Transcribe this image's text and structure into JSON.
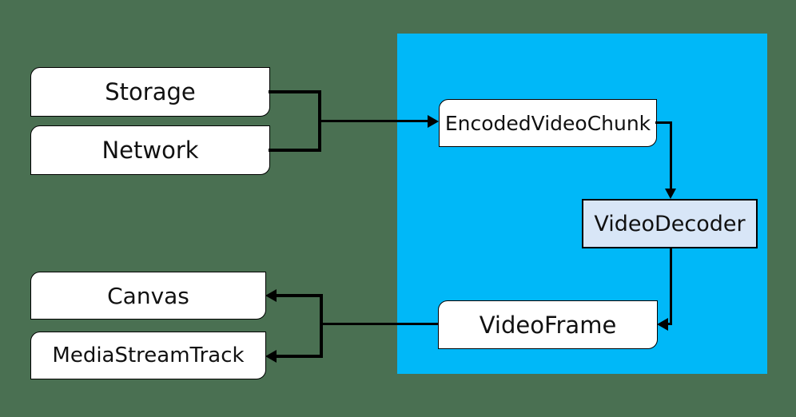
{
  "diagram": {
    "background_color": "#4a7052",
    "region": {
      "fill": "#00b8f8"
    },
    "nodes": {
      "storage": {
        "label": "Storage",
        "fill": "#ffffff"
      },
      "network": {
        "label": "Network",
        "fill": "#ffffff"
      },
      "encoded_video_chunk": {
        "label": "EncodedVideoChunk",
        "fill": "#ffffff"
      },
      "video_decoder": {
        "label": "VideoDecoder",
        "fill": "#d8e6f7"
      },
      "video_frame": {
        "label": "VideoFrame",
        "fill": "#ffffff"
      },
      "canvas": {
        "label": "Canvas",
        "fill": "#ffffff"
      },
      "media_stream_track": {
        "label": "MediaStreamTrack",
        "fill": "#ffffff"
      }
    },
    "edges": [
      {
        "from": "Storage",
        "to": "EncodedVideoChunk"
      },
      {
        "from": "Network",
        "to": "EncodedVideoChunk"
      },
      {
        "from": "EncodedVideoChunk",
        "to": "VideoDecoder"
      },
      {
        "from": "VideoDecoder",
        "to": "VideoFrame"
      },
      {
        "from": "VideoFrame",
        "to": "Canvas"
      },
      {
        "from": "VideoFrame",
        "to": "MediaStreamTrack"
      }
    ],
    "colors": {
      "node_border": "#000000",
      "connector": "#000000",
      "text": "#111111"
    }
  }
}
